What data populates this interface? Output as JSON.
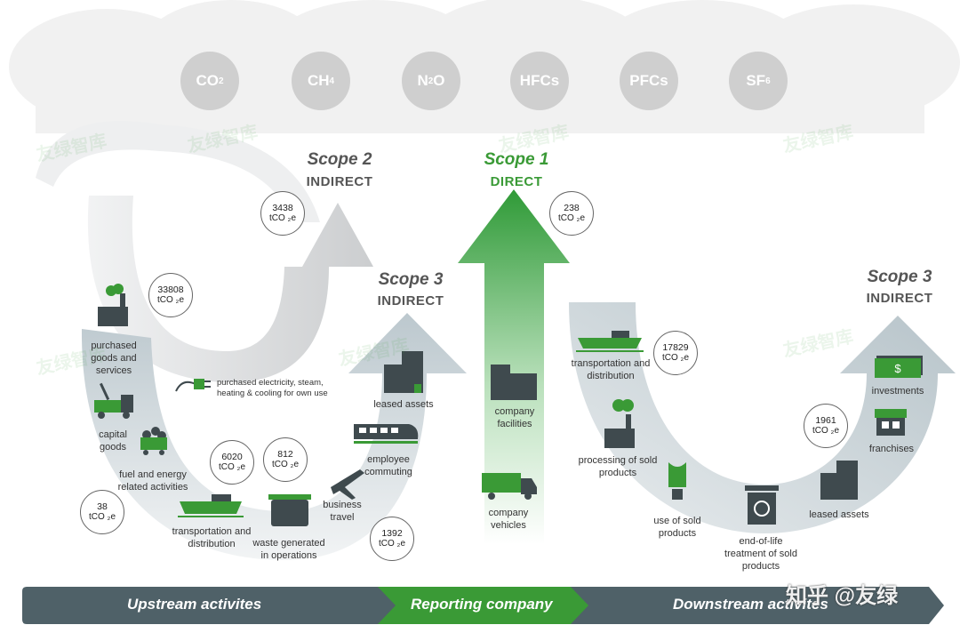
{
  "gases": [
    {
      "main": "CO",
      "sub": "2",
      "icon": "co2-bubble"
    },
    {
      "main": "CH",
      "sub": "4",
      "icon": "ch4-bubble"
    },
    {
      "main": "N",
      "sub": "2",
      "tail": "O",
      "icon": "n2o-bubble"
    },
    {
      "main": "HFCs",
      "sub": "",
      "icon": "hfcs-bubble"
    },
    {
      "main": "PFCs",
      "sub": "",
      "icon": "pfcs-bubble"
    },
    {
      "main": "SF",
      "sub": "6",
      "icon": "sf6-bubble"
    }
  ],
  "scopes": {
    "scope2": {
      "title": "Scope 2",
      "sub": "INDIRECT"
    },
    "scope1": {
      "title": "Scope 1",
      "sub": "DIRECT"
    },
    "scope3_up": {
      "title": "Scope 3",
      "sub": "INDIRECT"
    },
    "scope3_down": {
      "title": "Scope 3",
      "sub": "INDIRECT"
    }
  },
  "unit": "tCO ₂e",
  "badges": {
    "scope2": "3438",
    "scope1": "238",
    "purchased_goods": "33808",
    "fuel": "38",
    "transport_up": "6020",
    "waste": "812",
    "travel": "1392",
    "transport_down": "17829",
    "franchises": "1961"
  },
  "labels": {
    "purchased_goods": "purchased goods and services",
    "capital_goods": "capital goods",
    "fuel": "fuel and energy related activities",
    "electricity": "purchased electricity, steam, heating & cooling for own use",
    "transport_up": "transportation and distribution",
    "waste": "waste generated in operations",
    "travel": "business travel",
    "commuting": "employee commuting",
    "leased_up": "leased assets",
    "facilities": "company facilities",
    "vehicles": "company vehicles",
    "transport_down": "transportation and distribution",
    "processing": "processing of sold products",
    "use": "use of sold products",
    "eol": "end-of-life treatment of sold products",
    "leased_down": "leased assets",
    "franchises": "franchises",
    "investments": "investments"
  },
  "band": {
    "upstream": "Upstream activites",
    "reporting": "Reporting company",
    "downstream": "Downstream activites"
  },
  "watermark": {
    "text": "友绿智库",
    "credit": "知乎 @友绿"
  },
  "colors": {
    "green": "#3a9a36",
    "dark_band": "#4f6168",
    "gas": "#cfcfcf",
    "icon": "#3f4a4e"
  }
}
